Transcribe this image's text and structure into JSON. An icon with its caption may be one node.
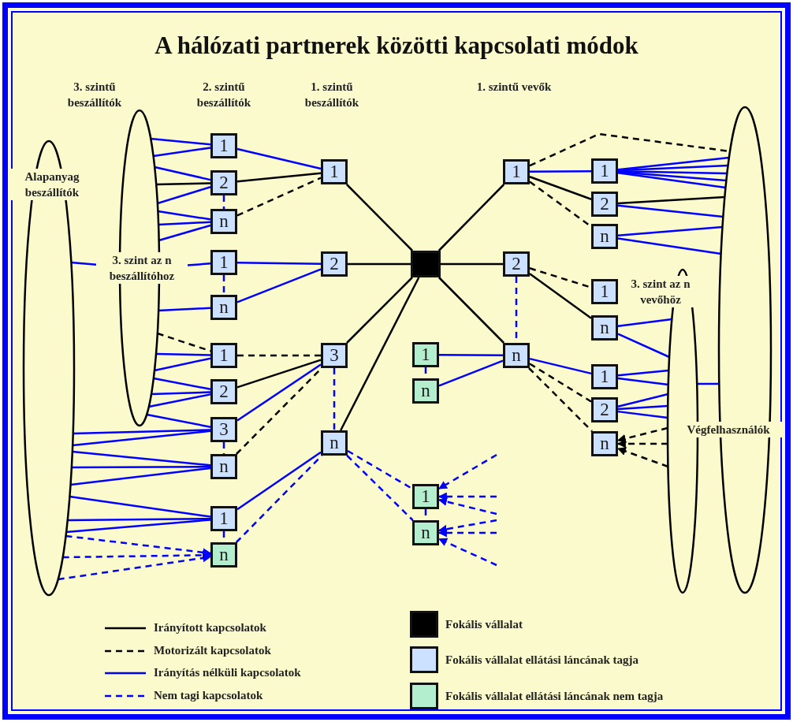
{
  "diagram": {
    "title": "A hálózati partnerek közötti kapcsolati módok",
    "nodes": [
      {
        "text": [
          "Alapanyag beszállítók"
        ]
      },
      {
        "text": [],
        "shape": "ellipse"
      },
      {
        "text": [
          "3. szint az n beszállítóhoz"
        ]
      },
      {
        "text": [
          "Végfelhasználók"
        ]
      },
      {
        "text": [
          "3. szint az n vevőhöz"
        ]
      },
      {
        "text": [
          "1"
        ]
      },
      {
        "text": [
          "2"
        ]
      },
      {
        "text": [
          "n"
        ]
      },
      {
        "text": [
          "1"
        ]
      },
      {
        "text": [
          "n"
        ]
      },
      {
        "text": [
          "1"
        ]
      },
      {
        "text": [
          "2"
        ]
      },
      {
        "text": [
          "3"
        ]
      },
      {
        "text": [
          "n"
        ]
      },
      {
        "text": [
          "1"
        ]
      },
      {
        "text": [
          "n"
        ]
      },
      {
        "text": [
          "1"
        ]
      },
      {
        "text": [
          "2"
        ]
      },
      {
        "text": [
          "3"
        ]
      },
      {
        "text": [
          "n"
        ]
      },
      {
        "text": [],
        "shape": "box"
      },
      {
        "text": [
          "1"
        ]
      },
      {
        "text": [
          "2"
        ]
      },
      {
        "text": [
          "n"
        ]
      },
      {
        "text": [
          "1"
        ]
      },
      {
        "text": [
          "n"
        ]
      },
      {
        "text": [
          "1"
        ]
      },
      {
        "text": [
          "n"
        ]
      },
      {
        "text": [
          "1"
        ]
      },
      {
        "text": [
          "2"
        ]
      },
      {
        "text": [
          "n"
        ]
      },
      {
        "text": [
          "1"
        ]
      },
      {
        "text": [
          "n"
        ]
      },
      {
        "text": [
          "1"
        ]
      },
      {
        "text": [
          "2"
        ]
      },
      {
        "text": [
          "n"
        ]
      }
    ],
    "edges": [
      {
        "from": 1,
        "to": 5,
        "arrow": "none"
      },
      {
        "from": 1,
        "to": 5,
        "arrow": "none"
      },
      {
        "from": 1,
        "to": 6,
        "arrow": "none"
      },
      {
        "from": 1,
        "to": 6,
        "arrow": "none",
        "color": "#000000"
      },
      {
        "from": 1,
        "to": 6,
        "arrow": "none"
      },
      {
        "from": 1,
        "to": 7,
        "arrow": "none"
      },
      {
        "from": 1,
        "to": 7,
        "arrow": "none"
      },
      {
        "from": 1,
        "to": 7,
        "arrow": "none"
      },
      {
        "from": 6,
        "to": 7,
        "arrow": "none",
        "style": "dashed"
      },
      {
        "from": 0,
        "to": 2,
        "arrow": "none"
      },
      {
        "from": 2,
        "to": 8,
        "arrow": "none"
      },
      {
        "from": 8,
        "to": 9,
        "arrow": "none",
        "style": "dashed"
      },
      {
        "from": 1,
        "to": 9,
        "arrow": "none"
      },
      {
        "from": 1,
        "to": 10,
        "arrow": "none",
        "style": "dashed",
        "color": "#000000"
      },
      {
        "from": 1,
        "to": 10,
        "arrow": "none"
      },
      {
        "from": 1,
        "to": 10,
        "arrow": "none"
      },
      {
        "from": 1,
        "to": 11,
        "arrow": "none"
      },
      {
        "from": 1,
        "to": 11,
        "arrow": "none"
      },
      {
        "from": 1,
        "to": 11,
        "arrow": "none"
      },
      {
        "from": 1,
        "to": 12,
        "arrow": "none"
      },
      {
        "from": 0,
        "to": 12,
        "arrow": "none"
      },
      {
        "from": 0,
        "to": 12,
        "arrow": "none"
      },
      {
        "from": 12,
        "to": 13,
        "arrow": "none",
        "style": "dashed"
      },
      {
        "from": 0,
        "to": 13,
        "arrow": "none"
      },
      {
        "from": 0,
        "to": 13,
        "arrow": "none"
      },
      {
        "from": 0,
        "to": 13,
        "arrow": "none"
      },
      {
        "from": 0,
        "to": 14,
        "arrow": "none"
      },
      {
        "from": 0,
        "to": 14,
        "arrow": "none"
      },
      {
        "from": 0,
        "to": 14,
        "arrow": "none"
      },
      {
        "from": 14,
        "to": 15,
        "arrow": "none",
        "style": "dashed"
      },
      {
        "from": 0,
        "to": 15,
        "arrow": "to",
        "style": "dashed"
      },
      {
        "from": 0,
        "to": 15,
        "arrow": "to",
        "style": "dashed"
      },
      {
        "from": 0,
        "to": 15,
        "arrow": "to",
        "style": "dashed"
      },
      {
        "from": 5,
        "to": 16,
        "arrow": "none"
      },
      {
        "from": 6,
        "to": 16,
        "arrow": "none",
        "color": "#000000"
      },
      {
        "from": 7,
        "to": 16,
        "arrow": "none",
        "style": "dashed",
        "color": "#000000"
      },
      {
        "from": 8,
        "to": 17,
        "arrow": "none"
      },
      {
        "from": 9,
        "to": 17,
        "arrow": "none"
      },
      {
        "from": 10,
        "to": 18,
        "arrow": "none",
        "style": "dashed",
        "color": "#000000"
      },
      {
        "from": 11,
        "to": 18,
        "arrow": "none",
        "color": "#000000"
      },
      {
        "from": 12,
        "to": 18,
        "arrow": "none"
      },
      {
        "from": 13,
        "to": 18,
        "arrow": "none",
        "style": "dashed",
        "color": "#000000"
      },
      {
        "from": 14,
        "to": 19,
        "arrow": "none"
      },
      {
        "from": 15,
        "to": 19,
        "arrow": "none",
        "style": "dashed"
      },
      {
        "from": 16,
        "to": 20,
        "arrow": "none",
        "color": "#000000"
      },
      {
        "from": 17,
        "to": 20,
        "arrow": "none",
        "color": "#000000"
      },
      {
        "from": 18,
        "to": 20,
        "arrow": "none",
        "color": "#000000"
      },
      {
        "from": 19,
        "to": 20,
        "arrow": "none",
        "color": "#000000"
      },
      {
        "from": 18,
        "to": 19,
        "arrow": "none",
        "style": "dashed"
      },
      {
        "from": 20,
        "to": 21,
        "arrow": "none",
        "color": "#000000"
      },
      {
        "from": 20,
        "to": 22,
        "arrow": "none",
        "color": "#000000"
      },
      {
        "from": 20,
        "to": 23,
        "arrow": "none",
        "color": "#000000"
      },
      {
        "from": 22,
        "to": 23,
        "arrow": "none",
        "style": "dashed"
      },
      {
        "from": 24,
        "to": 23,
        "arrow": "none"
      },
      {
        "from": 25,
        "to": 23,
        "arrow": "none"
      },
      {
        "from": 24,
        "to": 25,
        "arrow": "none",
        "style": "dashed"
      },
      {
        "from": 19,
        "to": 26,
        "arrow": "none",
        "style": "dashed"
      },
      {
        "from": 19,
        "to": 27,
        "arrow": "none",
        "style": "dashed"
      },
      {
        "from": 26,
        "to": 27,
        "arrow": "none",
        "style": "dashed"
      },
      {
        "from": null,
        "to": 26,
        "arrow": "to",
        "style": "dashed"
      },
      {
        "from": null,
        "to": 26,
        "arrow": "to",
        "style": "dashed"
      },
      {
        "from": null,
        "to": 26,
        "arrow": "to",
        "style": "dashed"
      },
      {
        "from": null,
        "to": 27,
        "arrow": "to",
        "style": "dashed"
      },
      {
        "from": null,
        "to": 27,
        "arrow": "to",
        "style": "dashed"
      },
      {
        "from": null,
        "to": 27,
        "arrow": "to",
        "style": "dashed"
      },
      {
        "from": 21,
        "to": 3,
        "arrow": "none",
        "style": "dashed",
        "color": "#000000"
      },
      {
        "from": 21,
        "to": 28,
        "arrow": "none"
      },
      {
        "from": 21,
        "to": 29,
        "arrow": "none",
        "color": "#000000"
      },
      {
        "from": 21,
        "to": 30,
        "arrow": "none",
        "style": "dashed",
        "color": "#000000"
      },
      {
        "from": 22,
        "to": 31,
        "arrow": "none",
        "style": "dashed",
        "color": "#000000"
      },
      {
        "from": 22,
        "to": 32,
        "arrow": "none",
        "color": "#000000"
      },
      {
        "from": 23,
        "to": 33,
        "arrow": "none"
      },
      {
        "from": 23,
        "to": 34,
        "arrow": "none",
        "style": "dashed",
        "color": "#000000"
      },
      {
        "from": 23,
        "to": 35,
        "arrow": "none",
        "style": "dashed",
        "color": "#000000"
      },
      {
        "from": 28,
        "to": 3,
        "arrow": "none"
      },
      {
        "from": 28,
        "to": 3,
        "arrow": "none"
      },
      {
        "from": 28,
        "to": 3,
        "arrow": "none"
      },
      {
        "from": 28,
        "to": 3,
        "arrow": "none"
      },
      {
        "from": 28,
        "to": 3,
        "arrow": "none"
      },
      {
        "from": 29,
        "to": 3,
        "arrow": "none",
        "color": "#000000"
      },
      {
        "from": 29,
        "to": 3,
        "arrow": "none"
      },
      {
        "from": 30,
        "to": 3,
        "arrow": "none"
      },
      {
        "from": 30,
        "to": 3,
        "arrow": "none"
      },
      {
        "from": 32,
        "to": 4,
        "arrow": "none"
      },
      {
        "from": 32,
        "to": 4,
        "arrow": "none"
      },
      {
        "from": 33,
        "to": 4,
        "arrow": "none"
      },
      {
        "from": 33,
        "to": 4,
        "arrow": "none"
      },
      {
        "from": 34,
        "to": 4,
        "arrow": "none"
      },
      {
        "from": 34,
        "to": 4,
        "arrow": "none"
      },
      {
        "from": 34,
        "to": 4,
        "arrow": "none"
      },
      {
        "from": 4,
        "to": 35,
        "arrow": "to",
        "style": "dashed",
        "color": "#000000"
      },
      {
        "from": 4,
        "to": 35,
        "arrow": "to",
        "style": "dashed",
        "color": "#000000"
      },
      {
        "from": 4,
        "to": 35,
        "arrow": "to",
        "style": "dashed",
        "color": "#000000"
      },
      {
        "from": 4,
        "to": 3,
        "arrow": "none"
      }
    ],
    "labels": [
      "3. szintű beszállítók",
      "2. szintű beszállítók",
      "1. szintű beszállítók",
      "1. szintű vevők"
    ],
    "legend": [
      {
        "text": "Irányított kapcsolatok"
      },
      {
        "text": "Motorizált kapcsolatok"
      },
      {
        "text": "Irányítás nélküli kapcsolatok"
      },
      {
        "text": "Nem tagi kapcsolatok"
      },
      {
        "text": "Fokális vállalat",
        "color": "#000000"
      },
      {
        "text": "Fokális vállalat ellátási láncának tagja",
        "color": "#cce0ff"
      },
      {
        "text": "Fokális vállalat ellátási láncának nem tagja",
        "color": "#b3efcf"
      }
    ]
  }
}
